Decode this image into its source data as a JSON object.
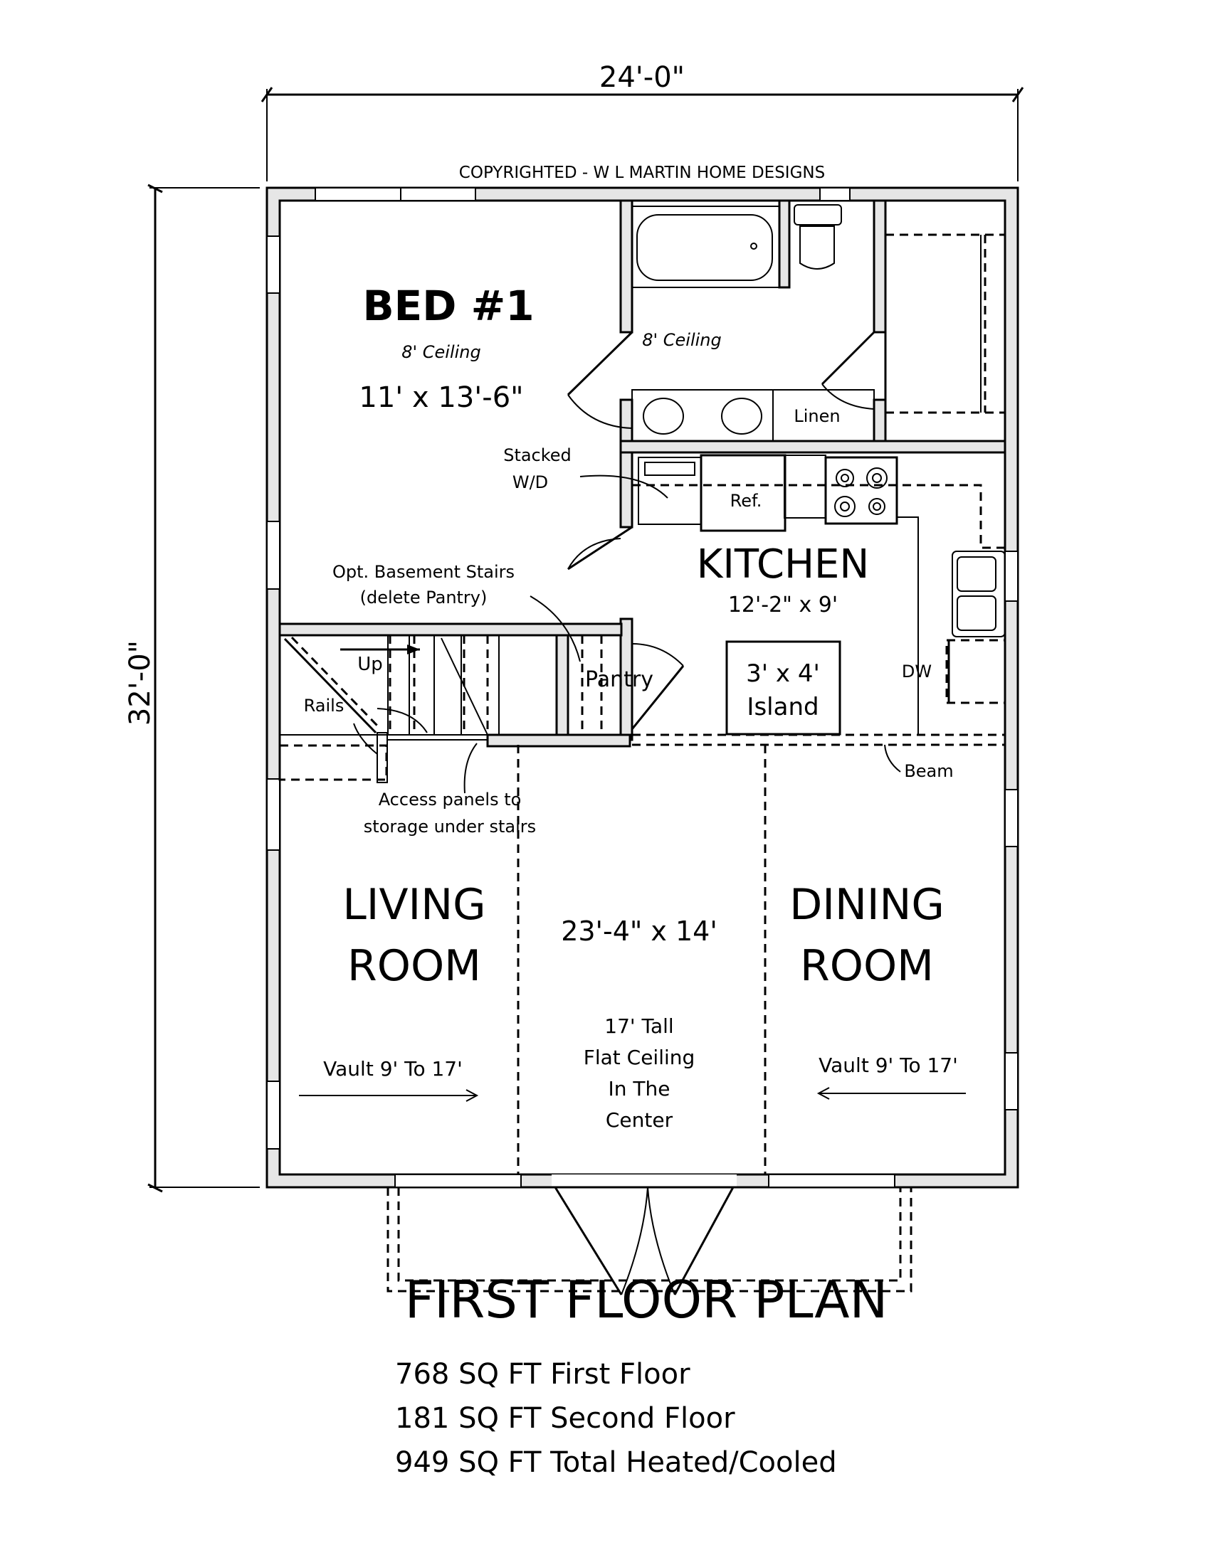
{
  "dimensions": {
    "width": "24'-0\"",
    "depth": "32'-0\""
  },
  "copyright": "COPYRIGHTED - W L MARTIN HOME DESIGNS",
  "rooms": {
    "bed1": {
      "name": "BED #1",
      "ceiling": "8' Ceiling",
      "size": "11' x 13'-6\""
    },
    "bath": {
      "ceiling": "8' Ceiling",
      "linen": "Linen"
    },
    "kitchen": {
      "name": "KITCHEN",
      "size": "12'-2\" x 9'",
      "ref": "Ref.",
      "dw": "DW",
      "island_size": "3' x 4'",
      "island_label": "Island"
    },
    "pantry": {
      "name": "Pantry"
    },
    "stairs": {
      "up": "Up",
      "rails": "Rails"
    },
    "living": {
      "name_line1": "LIVING",
      "name_line2": "ROOM",
      "vault": "Vault 9' To 17'"
    },
    "center": {
      "size": "23'-4\" x 14'",
      "note_lines": [
        "17' Tall",
        "Flat Ceiling",
        "In The",
        "Center"
      ]
    },
    "dining": {
      "name_line1": "DINING",
      "name_line2": "ROOM",
      "vault": "Vault 9' To 17'"
    }
  },
  "annotations": {
    "stacked_wd": [
      "Stacked",
      "W/D"
    ],
    "basement_stairs": [
      "Opt. Basement Stairs",
      "(delete Pantry)"
    ],
    "access_panels": [
      "Access panels to",
      "storage under stairs"
    ],
    "beam": "Beam"
  },
  "title": "FIRST FLOOR PLAN",
  "areas": [
    "768 SQ FT First Floor",
    "181 SQ FT Second Floor",
    "949 SQ FT Total Heated/Cooled"
  ]
}
